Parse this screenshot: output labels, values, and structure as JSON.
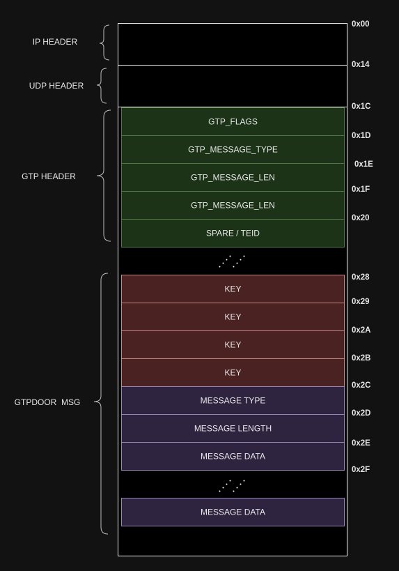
{
  "colors": {
    "background": "#121212",
    "outline": "#f2f2f2",
    "text": "#e6e6e6",
    "gtp_fill": "#1c3318",
    "gtp_stroke": "#4f7a3f",
    "key_fill": "#4a2222",
    "key_stroke": "#c98a86",
    "msg_fill": "#2e2440",
    "msg_stroke": "#9886b4"
  },
  "sections": [
    {
      "id": "ip",
      "label": "IP HEADER"
    },
    {
      "id": "udp",
      "label": "UDP HEADER"
    },
    {
      "id": "gtp",
      "label": "GTP HEADER"
    },
    {
      "id": "gtpdoor",
      "label": "GTPDOOR  MSG"
    }
  ],
  "fields": [
    {
      "label": "GTP_FLAGS",
      "kind": "gtp"
    },
    {
      "label": "GTP_MESSAGE_TYPE",
      "kind": "gtp"
    },
    {
      "label": "GTP_MESSAGE_LEN",
      "kind": "gtp"
    },
    {
      "label": "GTP_MESSAGE_LEN",
      "kind": "gtp"
    },
    {
      "label": "SPARE / TEID",
      "kind": "gtp"
    },
    {
      "label": "KEY",
      "kind": "key"
    },
    {
      "label": "KEY",
      "kind": "key"
    },
    {
      "label": "KEY",
      "kind": "key"
    },
    {
      "label": "KEY",
      "kind": "key"
    },
    {
      "label": "MESSAGE TYPE",
      "kind": "msg"
    },
    {
      "label": "MESSAGE LENGTH",
      "kind": "msg"
    },
    {
      "label": "MESSAGE DATA",
      "kind": "msg"
    },
    {
      "label": "MESSAGE DATA",
      "kind": "msg"
    }
  ],
  "offsets": [
    "0x00",
    "0x14",
    "0x1C",
    "0x1D",
    "0x1E",
    "0x1F",
    "0x20",
    "0x28",
    "0x29",
    "0x2A",
    "0x2B",
    "0x2C",
    "0x2D",
    "0x2E",
    "0x2F"
  ]
}
